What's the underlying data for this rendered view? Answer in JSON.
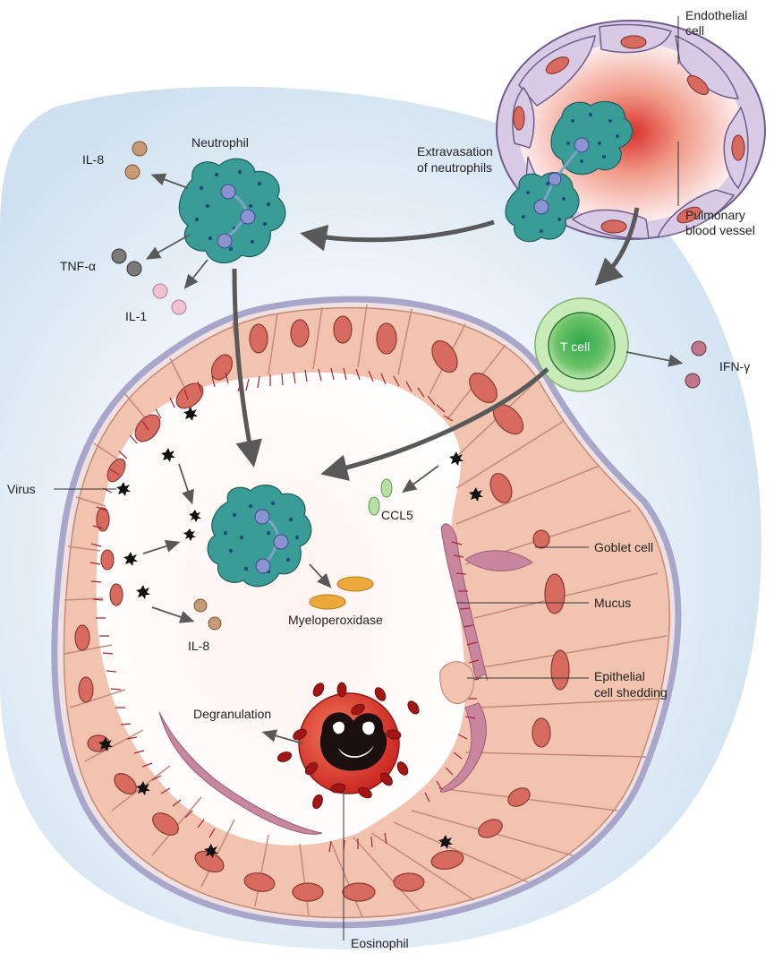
{
  "labels": {
    "endothelial_cell": [
      "Endothelial",
      "cell"
    ],
    "pulmonary_blood_vessel": [
      "Pulmonary",
      "blood vessel"
    ],
    "extravasation": [
      "Extravasation",
      "of neutrophils"
    ],
    "neutrophil": "Neutrophil",
    "il8_top": "IL-8",
    "tnf_alpha": "TNF-α",
    "il1": "IL-1",
    "t_cell": "T cell",
    "ifn_gamma": "IFN-γ",
    "virus": "Virus",
    "ccl5": "CCL5",
    "goblet_cell": "Goblet cell",
    "mucus": "Mucus",
    "epithelial_shedding": [
      "Epithelial",
      "cell shedding"
    ],
    "myeloperoxidase": "Myeloperoxidase",
    "il8_bottom": "IL-8",
    "degranulation": "Degranulation",
    "eosinophil": "Eosinophil"
  },
  "colors": {
    "background_wash": "#d6e6f3",
    "airway_wall": "#a9a6cb",
    "epithelial_cell": "#f2c3ae",
    "nucleus": "#d86b5f",
    "cilia": "#a8233a",
    "mucus": "#c9869f",
    "neutrophil": "#3a9c97",
    "neutrophil_dots": "#1f4a7c",
    "t_cell": "#9fd390",
    "eosinophil": "#d9362a",
    "arrow": "#595959",
    "il8": "#b58a66",
    "tnf_alpha": "#6b6b6b",
    "il1": "#e9aec4",
    "ifn_gamma": "#a8506a",
    "ccl5": "#9bc88a",
    "myeloperoxidase": "#eca83b"
  }
}
